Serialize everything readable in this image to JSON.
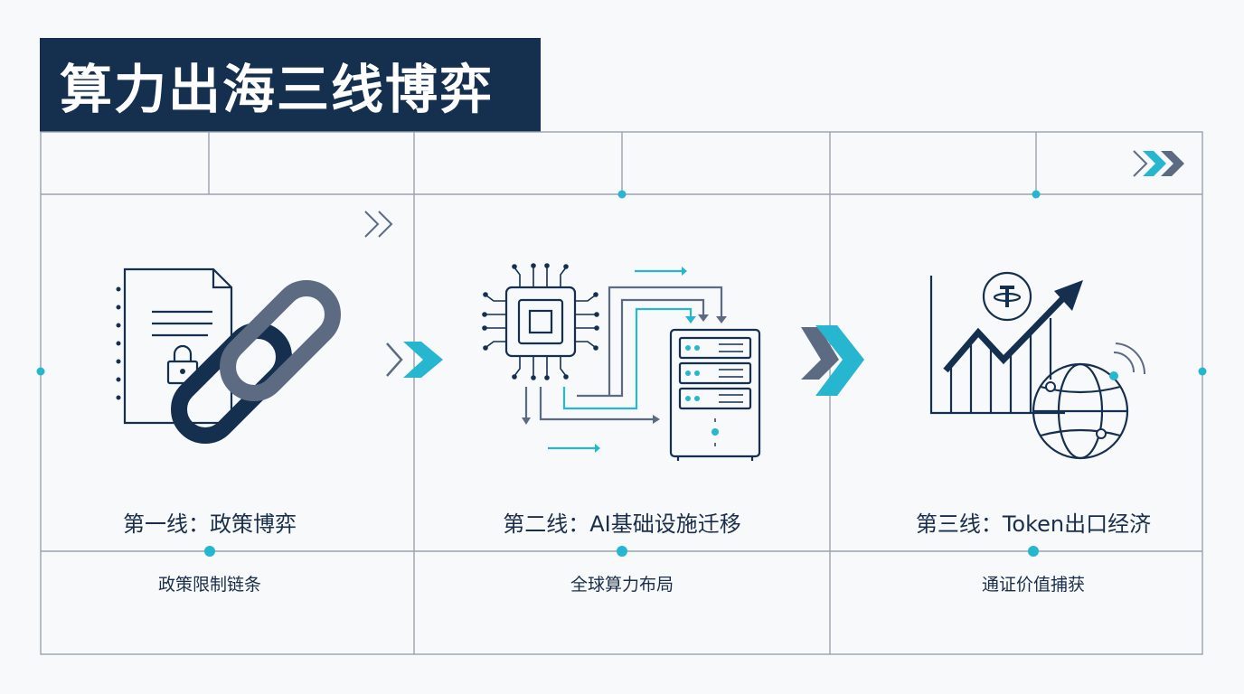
{
  "title": "算力出海三线博弈",
  "colors": {
    "navy": "#15304f",
    "steel": "#5d6b82",
    "teal": "#27b6cf",
    "grid": "#9aa3ae"
  },
  "panels": [
    {
      "label": "第一线：政策博弈",
      "sublabel": "政策限制链条",
      "icon": "document-lock-chain-icon"
    },
    {
      "label": "第二线：AI基础设施迁移",
      "sublabel": "全球算力布局",
      "icon": "chip-to-server-icon"
    },
    {
      "label": "第三线：Token出口经济",
      "sublabel": "通证价值捕获",
      "icon": "token-growth-globe-icon"
    }
  ]
}
